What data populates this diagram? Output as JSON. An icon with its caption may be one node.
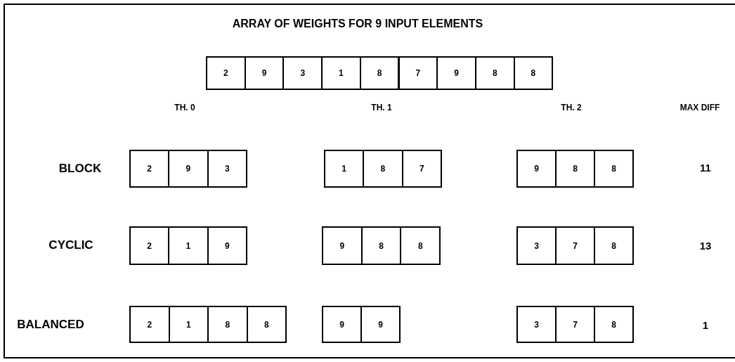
{
  "diagram": {
    "title": "ARRAY OF WEIGHTS FOR 9 INPUT ELEMENTS",
    "nodes": [
      {
        "text": [
          "2"
        ]
      },
      {
        "text": [
          "9"
        ]
      },
      {
        "text": [
          "3"
        ]
      },
      {
        "text": [
          "1"
        ]
      },
      {
        "text": [
          "8"
        ]
      },
      {
        "text": [
          "7"
        ]
      },
      {
        "text": [
          "9"
        ]
      },
      {
        "text": [
          "8"
        ]
      },
      {
        "text": [
          "8"
        ]
      },
      {
        "text": [
          "2"
        ]
      },
      {
        "text": [
          "9"
        ]
      },
      {
        "text": [
          "3"
        ]
      },
      {
        "text": [
          "1"
        ]
      },
      {
        "text": [
          "8"
        ]
      },
      {
        "text": [
          "7"
        ]
      },
      {
        "text": [
          "9"
        ]
      },
      {
        "text": [
          "8"
        ]
      },
      {
        "text": [
          "8"
        ]
      },
      {
        "text": [
          "2"
        ]
      },
      {
        "text": [
          "1"
        ]
      },
      {
        "text": [
          "9"
        ]
      },
      {
        "text": [
          "9"
        ]
      },
      {
        "text": [
          "8"
        ]
      },
      {
        "text": [
          "8"
        ]
      },
      {
        "text": [
          "3"
        ]
      },
      {
        "text": [
          "7"
        ]
      },
      {
        "text": [
          "8"
        ]
      },
      {
        "text": [
          "2"
        ]
      },
      {
        "text": [
          "1"
        ]
      },
      {
        "text": [
          "8"
        ]
      },
      {
        "text": [
          "8"
        ]
      },
      {
        "text": [
          "9"
        ]
      },
      {
        "text": [
          "9"
        ]
      },
      {
        "text": [
          "3"
        ]
      },
      {
        "text": [
          "7"
        ]
      },
      {
        "text": [
          "8"
        ]
      }
    ],
    "edges": [],
    "labels": [
      "TH. 0",
      "TH. 1",
      "TH. 2",
      "MAX DIFF",
      "BLOCK",
      "11",
      "CYCLIC",
      "13",
      "BALANCED",
      "1"
    ]
  }
}
